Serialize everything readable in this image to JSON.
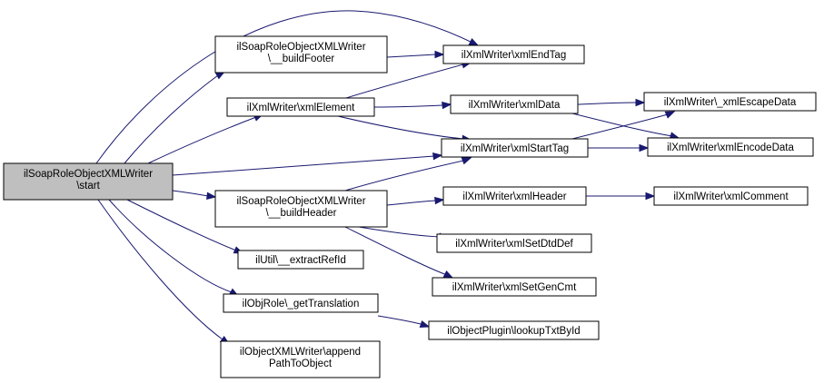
{
  "nodes": {
    "start": [
      "ilSoapRoleObjectXMLWriter",
      "\\start"
    ],
    "buildFooter": [
      "ilSoapRoleObjectXMLWriter",
      "\\__buildFooter"
    ],
    "xmlElement": [
      "ilXmlWriter\\xmlElement"
    ],
    "buildHeader": [
      "ilSoapRoleObjectXMLWriter",
      "\\__buildHeader"
    ],
    "extractRefId": [
      "ilUtil\\__extractRefId"
    ],
    "getTranslation": [
      "ilObjRole\\_getTranslation"
    ],
    "appendPath": [
      "ilObjectXMLWriter\\append",
      "PathToObject"
    ],
    "xmlEndTag": [
      "ilXmlWriter\\xmlEndTag"
    ],
    "xmlData": [
      "ilXmlWriter\\xmlData"
    ],
    "xmlStartTag": [
      "ilXmlWriter\\xmlStartTag"
    ],
    "xmlHeader": [
      "ilXmlWriter\\xmlHeader"
    ],
    "xmlSetDtdDef": [
      "ilXmlWriter\\xmlSetDtdDef"
    ],
    "xmlSetGenCmt": [
      "ilXmlWriter\\xmlSetGenCmt"
    ],
    "lookupTxtById": [
      "ilObjectPlugin\\lookupTxtById"
    ],
    "escapeData": [
      "ilXmlWriter\\_xmlEscapeData"
    ],
    "encodeData": [
      "ilXmlWriter\\xmlEncodeData"
    ],
    "xmlComment": [
      "ilXmlWriter\\xmlComment"
    ]
  },
  "edges": [
    [
      "start",
      "xmlEndTag"
    ],
    [
      "start",
      "buildFooter"
    ],
    [
      "start",
      "xmlElement"
    ],
    [
      "start",
      "xmlStartTag"
    ],
    [
      "start",
      "buildHeader"
    ],
    [
      "start",
      "extractRefId"
    ],
    [
      "start",
      "getTranslation"
    ],
    [
      "start",
      "appendPath"
    ],
    [
      "buildFooter",
      "xmlEndTag"
    ],
    [
      "xmlElement",
      "xmlEndTag"
    ],
    [
      "xmlElement",
      "xmlData"
    ],
    [
      "xmlElement",
      "xmlStartTag"
    ],
    [
      "xmlData",
      "escapeData"
    ],
    [
      "xmlData",
      "encodeData"
    ],
    [
      "xmlStartTag",
      "escapeData"
    ],
    [
      "xmlStartTag",
      "encodeData"
    ],
    [
      "buildHeader",
      "xmlStartTag"
    ],
    [
      "buildHeader",
      "xmlHeader"
    ],
    [
      "buildHeader",
      "xmlSetDtdDef"
    ],
    [
      "buildHeader",
      "xmlSetGenCmt"
    ],
    [
      "xmlHeader",
      "xmlComment"
    ],
    [
      "getTranslation",
      "lookupTxtById"
    ]
  ],
  "colors": {
    "edge": "#191970",
    "root_fill": "#bfbfbf",
    "node_fill": "#ffffff",
    "border": "#000000"
  }
}
